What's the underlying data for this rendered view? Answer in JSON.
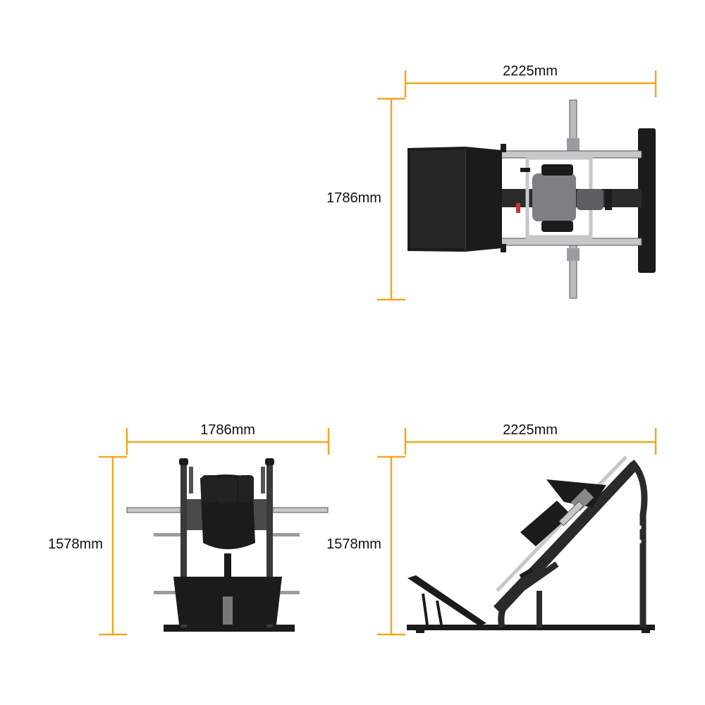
{
  "colors": {
    "dimension_line": "#F2A71B",
    "frame": "#2a2a2a",
    "pad": "#1b1b1b",
    "chrome": "#b9bcbf",
    "seat_gray": "#7d7f82",
    "text": "#111111"
  },
  "views": {
    "top": {
      "width_label": "2225mm",
      "depth_label": "1786mm"
    },
    "front": {
      "width_label": "1786mm",
      "height_label": "1578mm"
    },
    "side": {
      "width_label": "2225mm",
      "height_label": "1578mm"
    }
  },
  "icons": {
    "top_view": "leg-press-top-view-icon",
    "front_view": "leg-press-front-view-icon",
    "side_view": "leg-press-side-view-icon"
  }
}
